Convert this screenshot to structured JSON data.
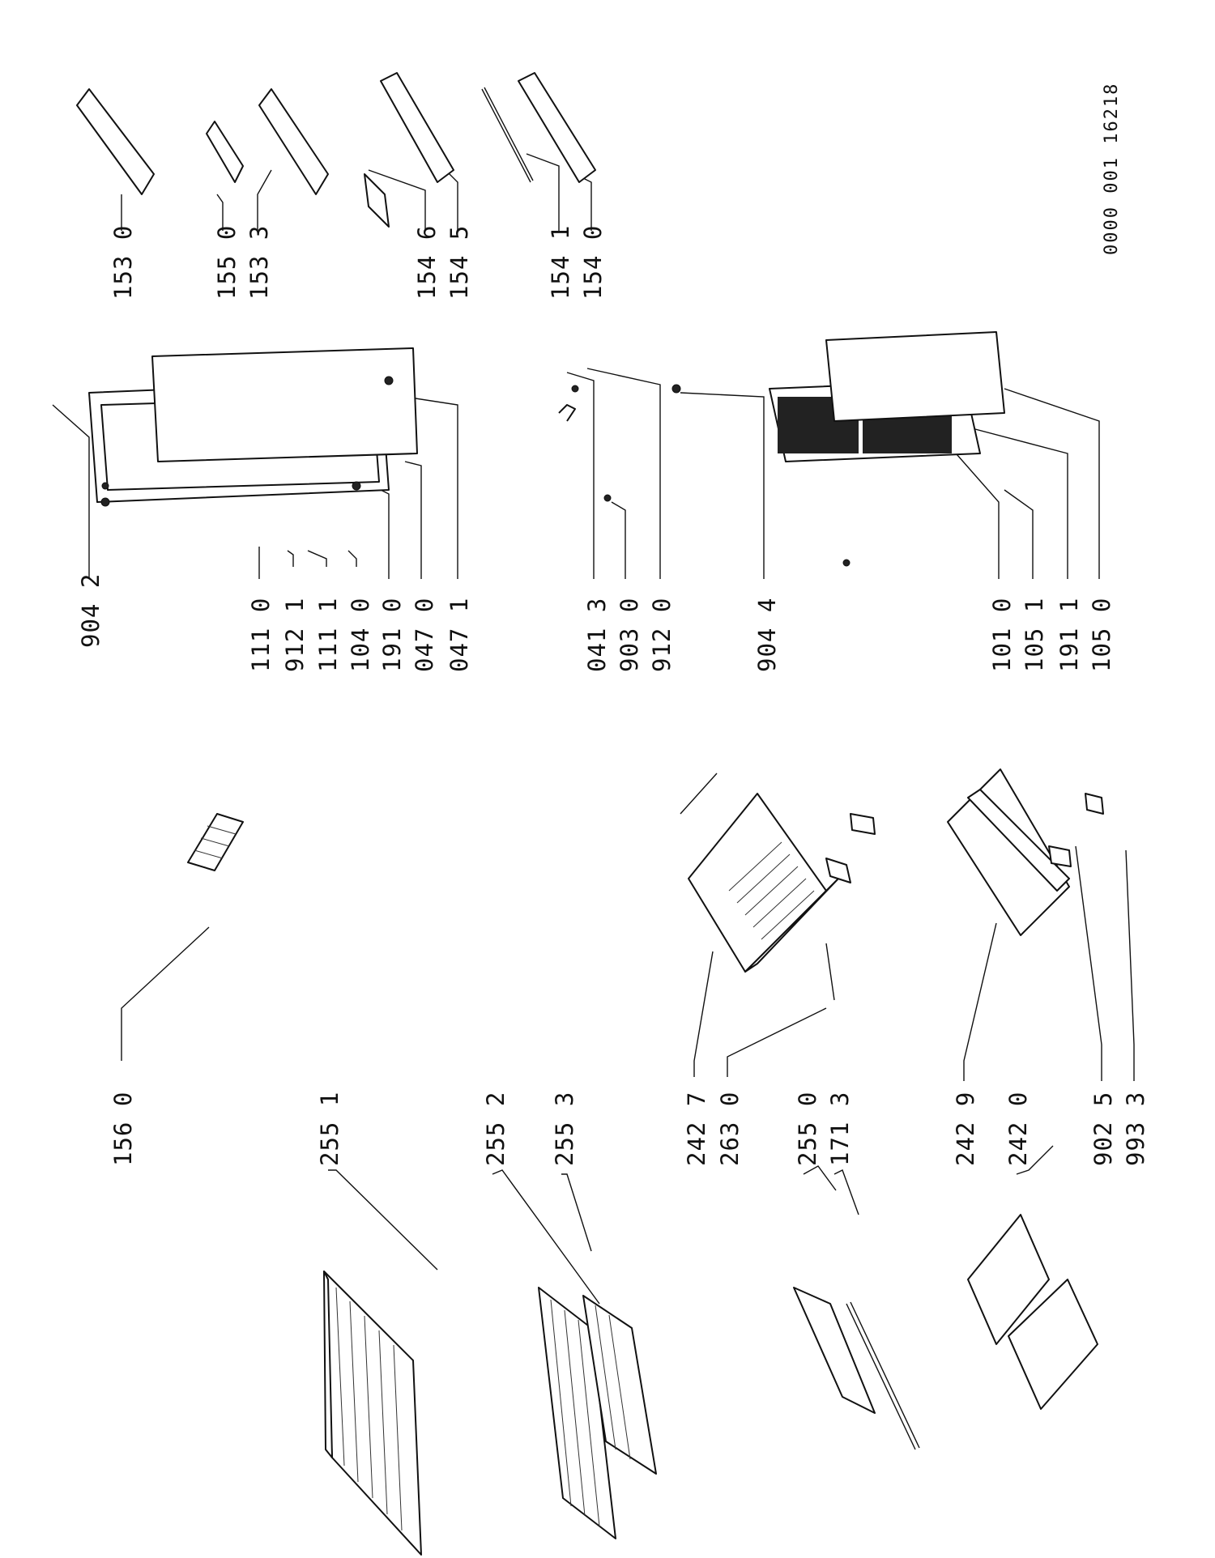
{
  "diagram": {
    "document_id": "0000 001  16218",
    "part_labels": [
      "156 0",
      "255 1",
      "255 2",
      "255 3",
      "242 7",
      "263 0",
      "255 0",
      "171 3",
      "242 9",
      "242 0",
      "902 5",
      "993 3",
      "904 2",
      "111 0",
      "912 1",
      "111 1",
      "104 0",
      "191 0",
      "047 0",
      "047 1",
      "041 3",
      "903 0",
      "912 0",
      "904 4",
      "101 0",
      "105 1",
      "191 1",
      "105 0",
      "153 0",
      "155 0",
      "153 3",
      "154 6",
      "154 5",
      "154 1",
      "154 0"
    ]
  }
}
